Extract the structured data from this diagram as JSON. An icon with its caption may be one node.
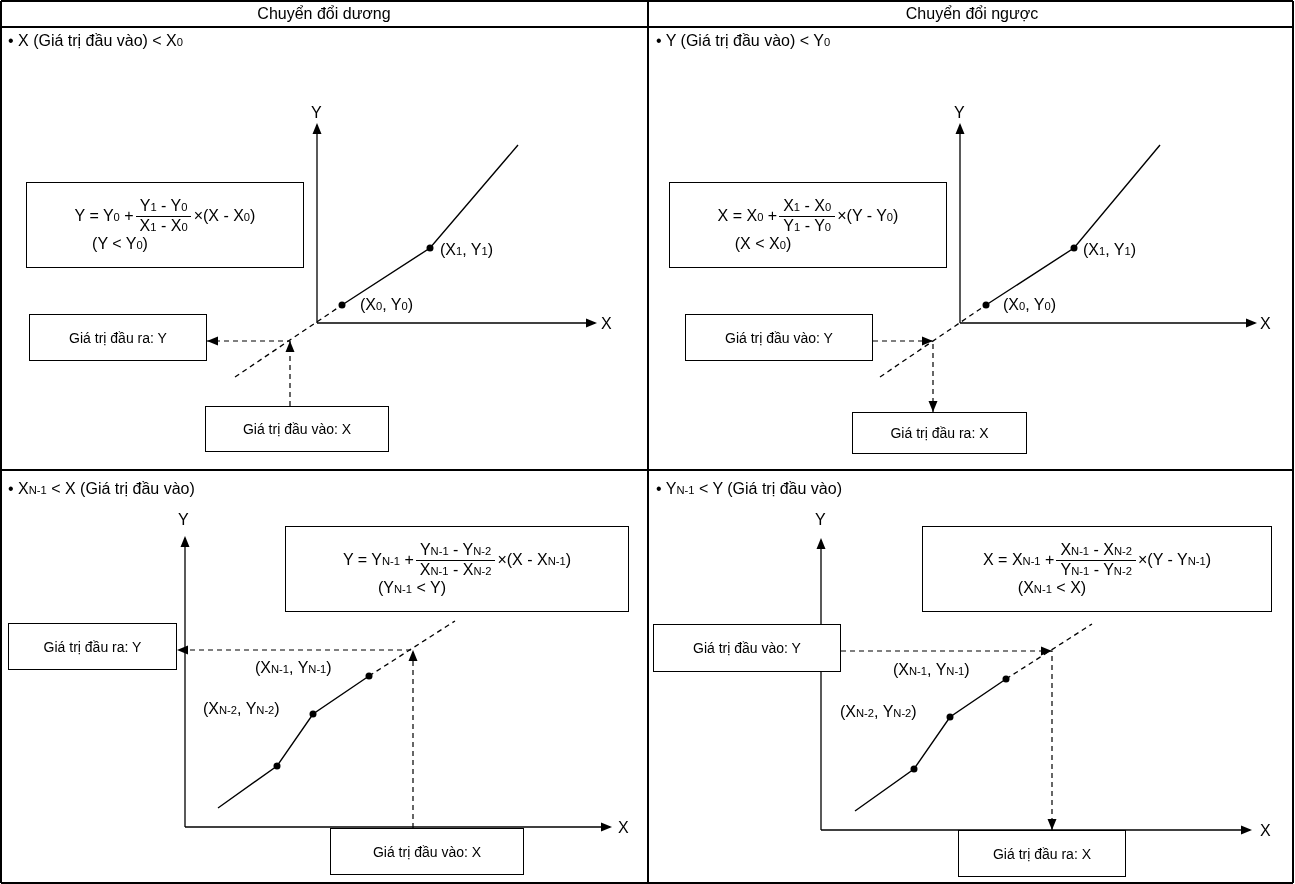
{
  "diagram": {
    "nodes": [
      {
        "text": [
          "Y = Y$_{0}$ +",
          "Y$_{1}$ - Y$_{0}$",
          "X$_{1}$ - X$_{0}$",
          "×(X - X$_{0}$)",
          "(Y < Y$_{0}$)"
        ]
      },
      {
        "text": [
          "Giá trị đầu ra: Y"
        ]
      },
      {
        "text": [
          "Giá trị đầu vào: X"
        ]
      },
      {
        "text": [
          "X = X$_{0}$ +",
          "X$_{1}$ - X$_{0}$",
          "Y$_{1}$ - Y$_{0}$",
          "×(Y - Y$_{0}$)",
          "(X < X$_{0}$)"
        ]
      },
      {
        "text": [
          "Giá trị đầu vào: Y"
        ]
      },
      {
        "text": [
          "Giá trị đầu ra: X"
        ]
      },
      {
        "text": [
          "Y = Y$_{N-1}$ +",
          "Y$_{N-1}$ - Y$_{N-2}$",
          "X$_{N-1}$ - X$_{N-2}$",
          "×(X - X$_{N-1}$)",
          "(Y$_{N-1}$ < Y)"
        ]
      },
      {
        "text": [
          "Giá trị đầu ra: Y"
        ]
      },
      {
        "text": [
          "Giá trị đầu vào: X"
        ]
      },
      {
        "text": [
          "X = X$_{N-1}$ +",
          "X$_{N-1}$ - X$_{N-2}$",
          "Y$_{N-1}$ - Y$_{N-2}$",
          "×(Y - Y$_{N-1}$)",
          "(X$_{N-1}$ < X)"
        ]
      },
      {
        "text": [
          "Giá trị đầu vào: Y"
        ]
      },
      {
        "text": [
          "Giá trị đầu ra: X"
        ]
      }
    ],
    "edges": [
      {
        "from": 2,
        "to": 1,
        "arrow": "to",
        "style": "dashed"
      },
      {
        "from": 4,
        "to": 5,
        "arrow": "to",
        "style": "dashed"
      },
      {
        "from": 8,
        "to": 7,
        "arrow": "to",
        "style": "dashed"
      },
      {
        "from": 10,
        "to": 11,
        "arrow": "to",
        "style": "dashed"
      }
    ],
    "labels": [
      "Chuyển đổi dương",
      "Chuyển đổi ngược",
      "• X (Giá trị đầu vào) < X$_{0}$",
      "Y",
      "(X$_{1}$, Y$_{1}$)",
      "(X$_{0}$, Y$_{0}$)",
      "X",
      "• Y (Giá trị đầu vào) < Y$_{0}$",
      "Y",
      "(X$_{1}$, Y$_{1}$)",
      "(X$_{0}$, Y$_{0}$)",
      "X",
      "• X$_{N-1}$ < X (Giá trị đầu vào)",
      "Y",
      "(X$_{N-1}$, Y$_{N-1}$)",
      "(X$_{N-2}$, Y$_{N-2}$)",
      "X",
      "• Y$_{N-1}$ < Y (Giá trị đầu vào)",
      "Y",
      "(X$_{N-1}$, Y$_{N-1}$)",
      "(X$_{N-2}$, Y$_{N-2}$)",
      "X"
    ]
  }
}
